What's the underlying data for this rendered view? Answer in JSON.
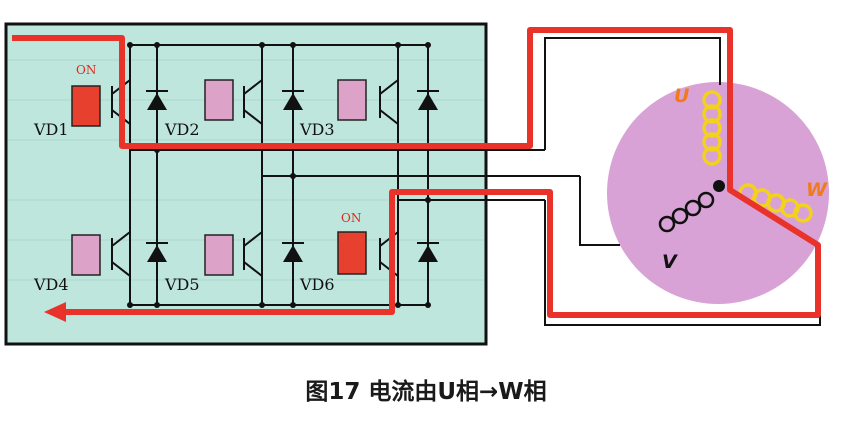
{
  "caption": "图17 电流由U相→W相",
  "switches": [
    {
      "label": "VD1",
      "state": "ON"
    },
    {
      "label": "VD2",
      "state": ""
    },
    {
      "label": "VD3",
      "state": ""
    },
    {
      "label": "VD4",
      "state": ""
    },
    {
      "label": "VD5",
      "state": ""
    },
    {
      "label": "VD6",
      "state": "ON"
    }
  ],
  "phases": {
    "u": "U",
    "v": "V",
    "w": "W"
  },
  "colors": {
    "panel": "#bfe6dc",
    "panel_border": "#111111",
    "current_path": "#e8322a",
    "switch_on": "#e8402e",
    "switch_off": "#dca2c8",
    "motor": "#d8a2d6",
    "coil_u_w": "#f2d21c",
    "coil_v": "#111111",
    "phase_u_w_text": "#f07b1c",
    "phase_v_text": "#111111"
  }
}
